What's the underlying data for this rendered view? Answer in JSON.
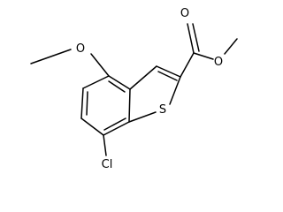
{
  "molecule": {
    "atoms": {
      "methoxy_methyl_o": "O",
      "methoxy_o": "O",
      "carbonyl_o": "O",
      "sulfur": "S",
      "chlorine": "Cl"
    }
  }
}
